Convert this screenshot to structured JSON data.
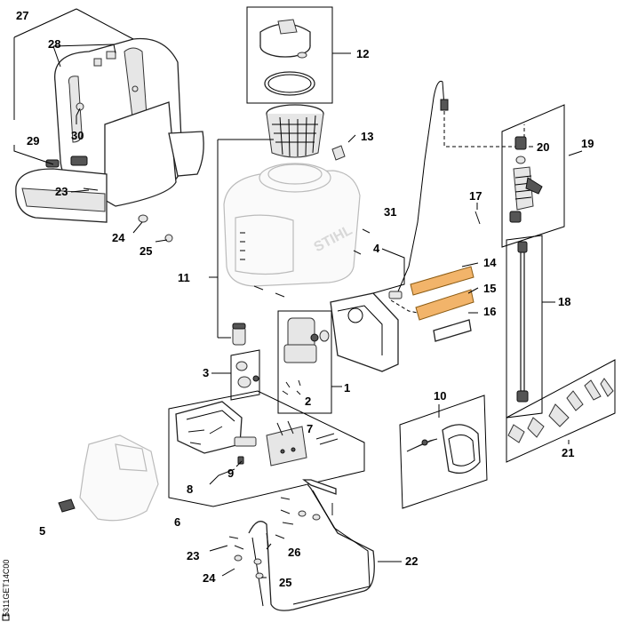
{
  "diagram": {
    "callouts": [
      "1",
      "2",
      "3",
      "4",
      "5",
      "6",
      "7",
      "8",
      "9",
      "10",
      "11",
      "12",
      "13",
      "14",
      "15",
      "16",
      "17",
      "18",
      "19",
      "20",
      "21",
      "22",
      "23",
      "24",
      "25",
      "26",
      "27",
      "28",
      "29",
      "30",
      "31",
      "23",
      "24",
      "25",
      "26"
    ],
    "side_code": "5311GET14C00",
    "brand_mark": "STIHL",
    "colors": {
      "line": "#000000",
      "decal": "#f2b46a",
      "fill": "#e6e6e6"
    },
    "parts": [
      {
        "ref": "strap-harness-icon"
      },
      {
        "ref": "tank-icon"
      },
      {
        "ref": "cap-icon"
      },
      {
        "ref": "strainer-icon"
      },
      {
        "ref": "pump-icon"
      },
      {
        "ref": "frame-icon"
      },
      {
        "ref": "hose-icon"
      },
      {
        "ref": "spray-wand-icon"
      },
      {
        "ref": "nozzle-set-icon"
      }
    ]
  }
}
